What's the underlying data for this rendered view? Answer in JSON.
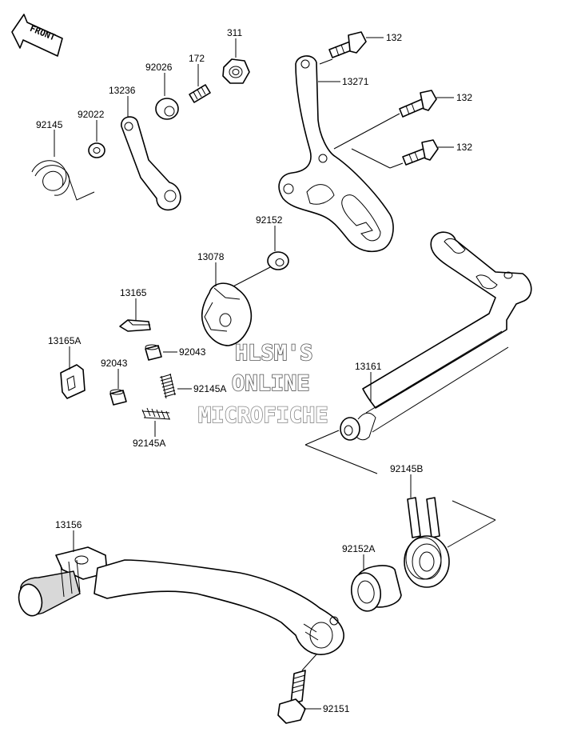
{
  "front_badge": "FRONT",
  "watermark": [
    "HLSM'S",
    "ONLINE",
    "MICROFICHE"
  ],
  "labels": {
    "p311": "311",
    "p132a": "132",
    "p132b": "132",
    "p132c": "132",
    "p172": "172",
    "p92026": "92026",
    "p13236": "13236",
    "p13271": "13271",
    "p92022": "92022",
    "p92145": "92145",
    "p92152": "92152",
    "p13078": "13078",
    "p13165": "13165",
    "p13165A": "13165A",
    "p92043a": "92043",
    "p92043b": "92043",
    "p92145Aa": "92145A",
    "p92145Ab": "92145A",
    "p13161": "13161",
    "p92145B": "92145B",
    "p13156": "13156",
    "p92152A": "92152A",
    "p92151": "92151"
  },
  "icons": {
    "front": "front-arrow-icon"
  }
}
